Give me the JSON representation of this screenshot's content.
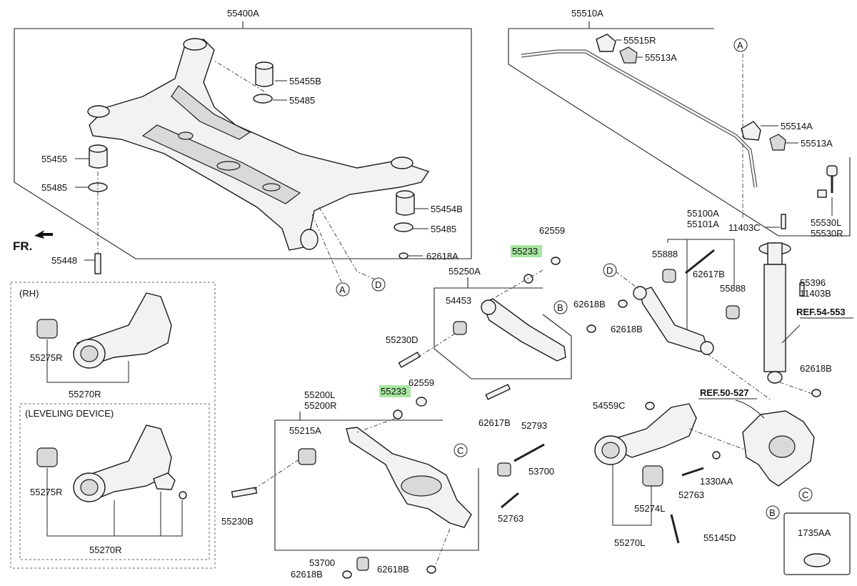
{
  "labels": {
    "l55400A": "55400A",
    "l55455B": "55455B",
    "l55485a": "55485",
    "l55455": "55455",
    "l55485b": "55485",
    "l55454B": "55454B",
    "l55485c": "55485",
    "l62618A": "62618A",
    "l55448": "55448",
    "lFR": "FR.",
    "l55510A": "55510A",
    "l55515R": "55515R",
    "l55513Aa": "55513A",
    "l55514A": "55514A",
    "l55513Ab": "55513A",
    "l55530L": "55530L",
    "l55530R": "55530R",
    "l11403Ca": "11403C",
    "l55100A": "55100A",
    "l55101A": "55101A",
    "l55888a": "55888",
    "l62617Ba": "62617B",
    "l55888b": "55888",
    "l62618Ba": "62618B",
    "l55396": "55396",
    "l11403B": "11403B",
    "lREF54": "REF.54-553",
    "l62559a": "62559",
    "l55233a": "55233",
    "l55250A": "55250A",
    "l54453": "54453",
    "l62618Bb": "62618B",
    "l55230D": "55230D",
    "l62617Bb": "62617B",
    "l55233b": "55233",
    "l62559b": "62559",
    "l55200L": "55200L",
    "l55200R": "55200R",
    "l55215A": "55215A",
    "l52793": "52793",
    "l53700a": "53700",
    "l52763a": "52763",
    "l55230B": "55230B",
    "l53700b": "53700",
    "l62618Bc": "62618B",
    "l62618Bd": "62618B",
    "lRH": "(RH)",
    "l55275Ra": "55275R",
    "l55270Ra": "55270R",
    "lLEVEL": "(LEVELING DEVICE)",
    "l55275Rb": "55275R",
    "l55270Rb": "55270R",
    "l62618Be": "62618B",
    "l54559C": "54559C",
    "lREF50": "REF.50-527",
    "l1330AA": "1330AA",
    "l52763b": "52763",
    "l55274L": "55274L",
    "l55270L": "55270L",
    "l55145D": "55145D",
    "l1735AA": "1735AA"
  },
  "callouts": {
    "A1": "A",
    "A2": "A",
    "D1": "D",
    "D2": "D",
    "B1": "B",
    "B2": "B",
    "C1": "C",
    "C2": "C"
  }
}
